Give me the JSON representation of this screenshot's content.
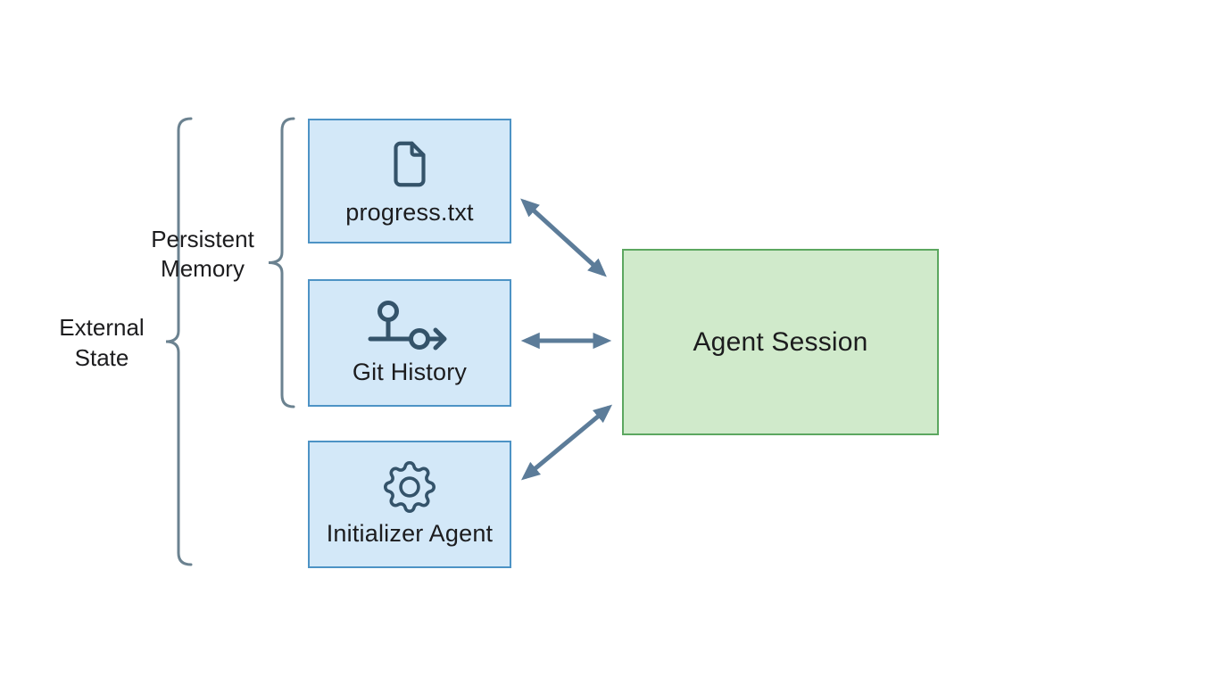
{
  "diagram": {
    "memory_nodes": [
      {
        "id": "progress-txt",
        "label": "progress.txt",
        "icon": "document-icon"
      },
      {
        "id": "git-history",
        "label": "Git History",
        "icon": "git-commit-arrow-icon"
      },
      {
        "id": "initializer-agent",
        "label": "Initializer Agent",
        "icon": "gear-icon"
      }
    ],
    "session_node": {
      "id": "agent-session",
      "label": "Agent Session"
    },
    "group_labels": {
      "persistent_memory": "Persistent Memory",
      "external_state": "External State"
    },
    "connections": [
      {
        "from": "progress-txt",
        "to": "agent-session",
        "type": "bidirectional-arrow"
      },
      {
        "from": "git-history",
        "to": "agent-session",
        "type": "bidirectional-arrow"
      },
      {
        "from": "initializer-agent",
        "to": "agent-session",
        "type": "bidirectional-arrow"
      }
    ],
    "colors": {
      "node_fill": "#d3e8f8",
      "node_border": "#4d93c5",
      "session_fill": "#d0eacb",
      "session_border": "#5ca760",
      "connector": "#5c7c99",
      "brace": "#6b8290",
      "icon": "#34536a",
      "text": "#1c1c1e",
      "background": "#ffffff"
    }
  }
}
